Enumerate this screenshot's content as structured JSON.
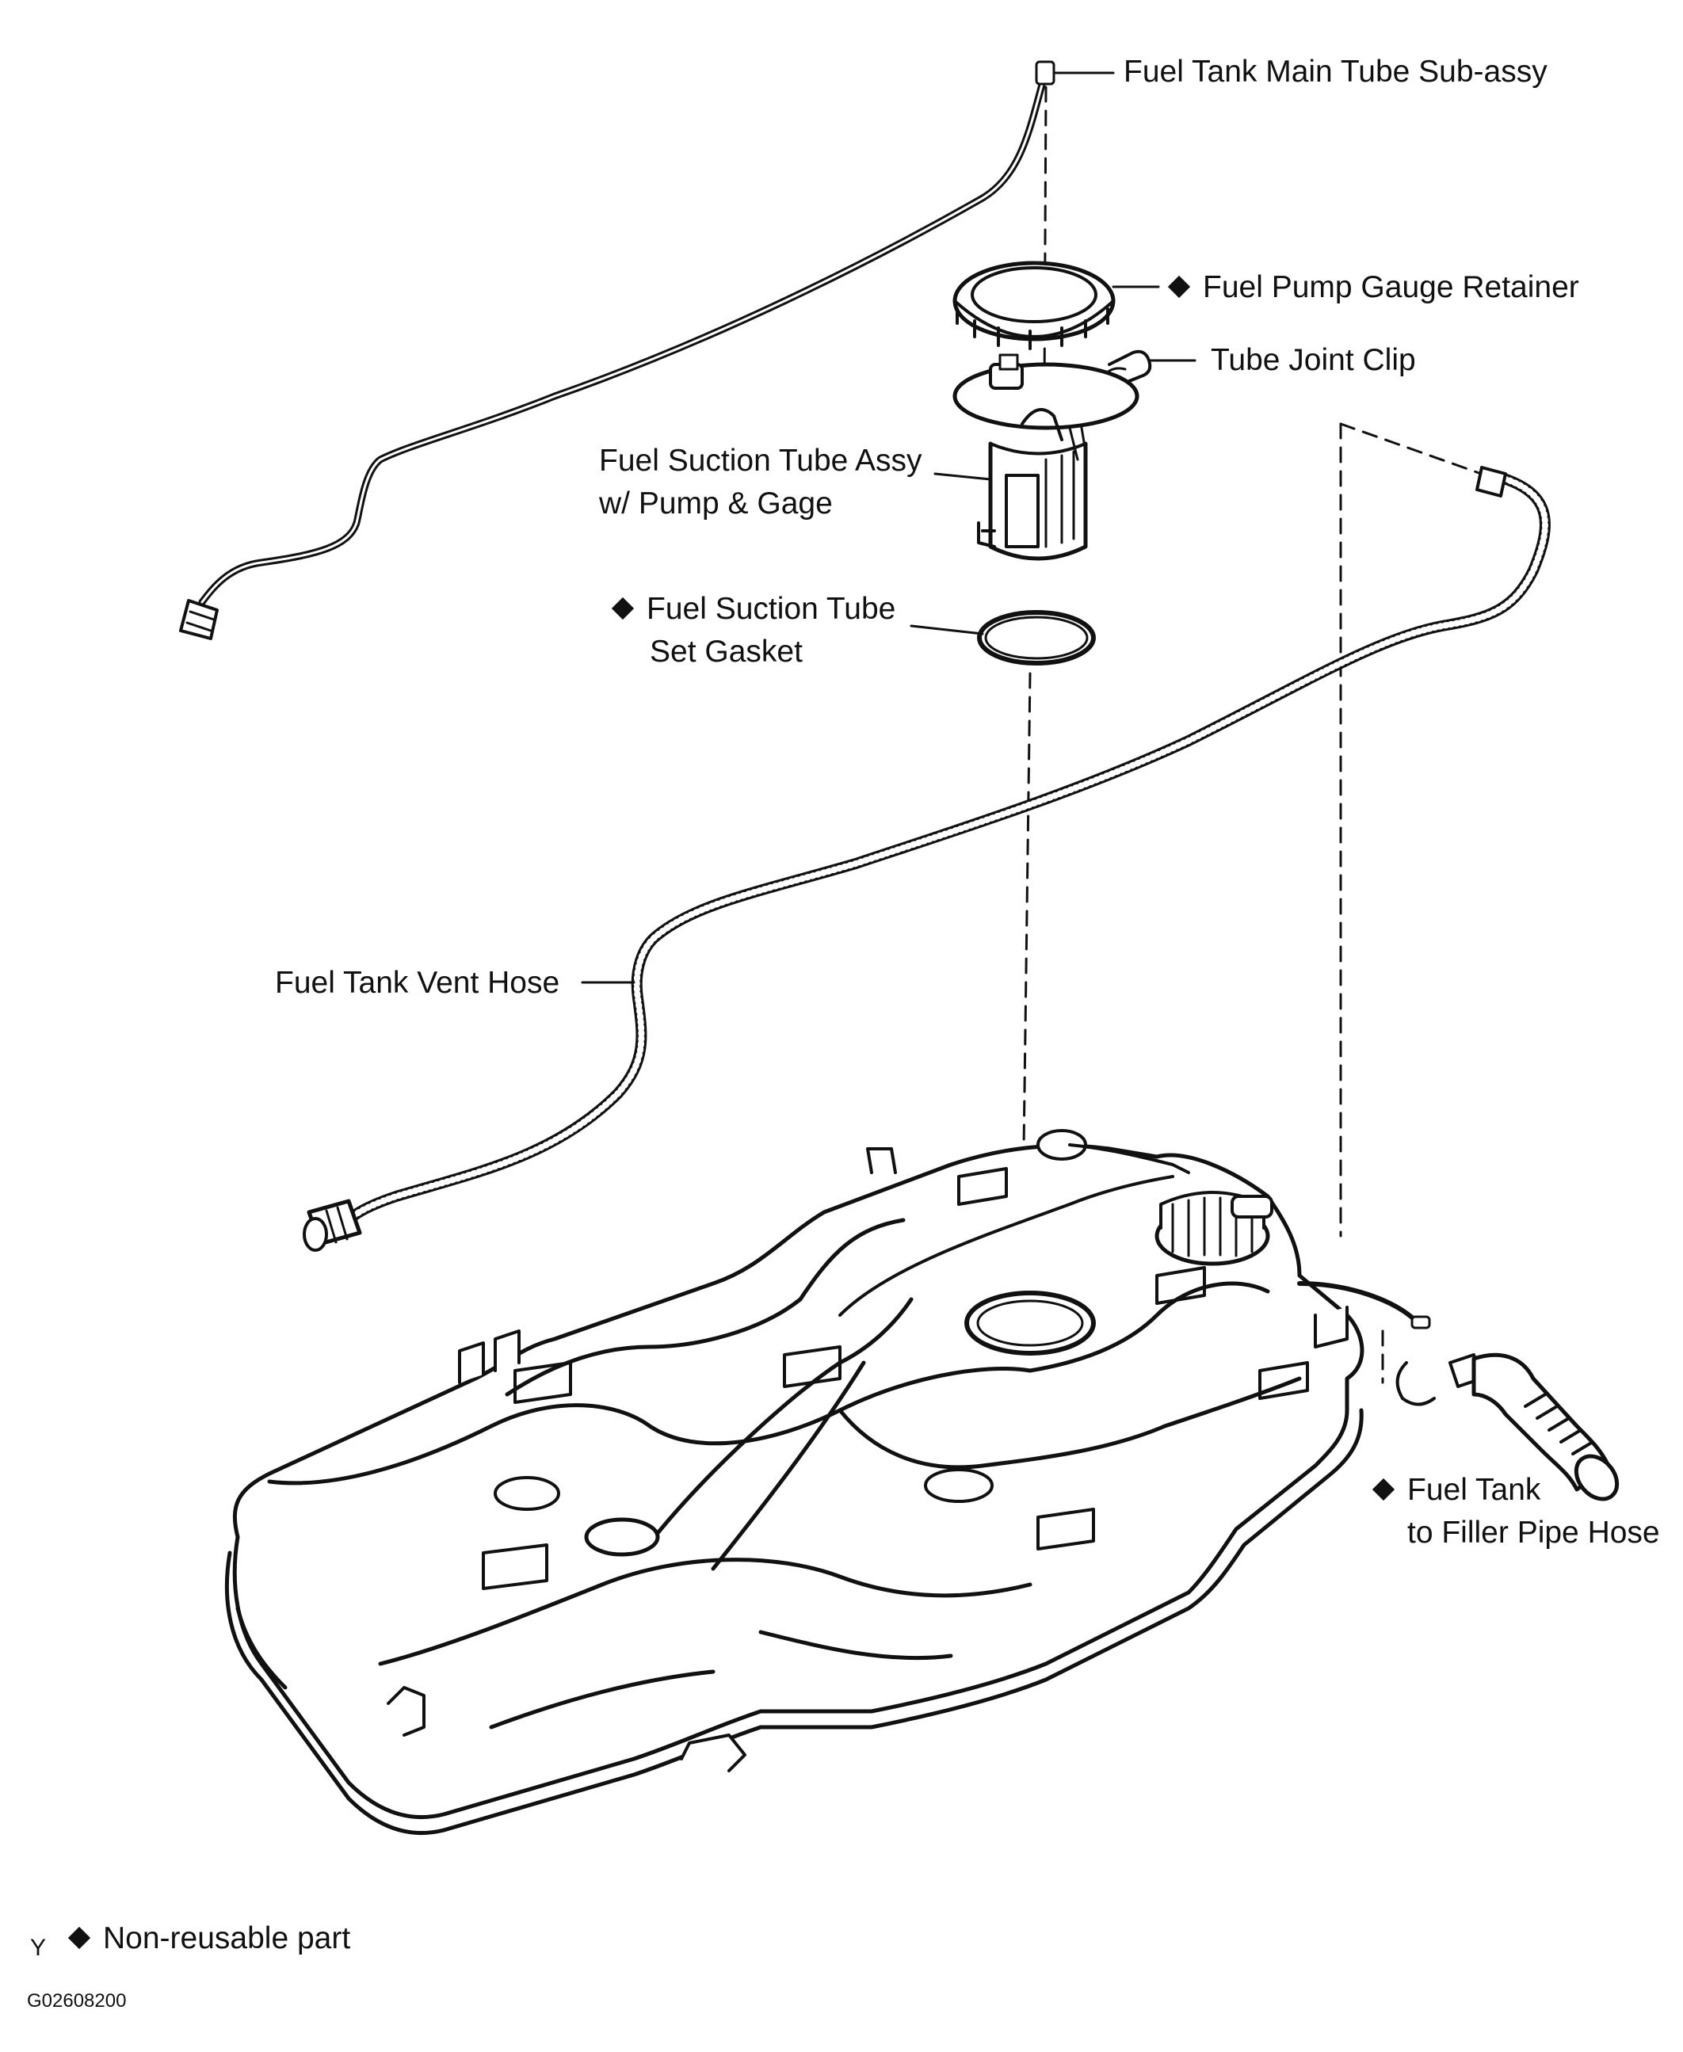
{
  "labels": {
    "main_tube": "Fuel Tank Main Tube Sub-assy",
    "pump_retainer": "Fuel Pump Gauge Retainer",
    "tube_joint_clip": "Tube Joint Clip",
    "suction_tube_assy_line1": "Fuel Suction Tube Assy",
    "suction_tube_assy_line2": "w/ Pump & Gage",
    "suction_gasket_line1": "Fuel Suction Tube",
    "suction_gasket_line2": "Set Gasket",
    "vent_hose": "Fuel Tank Vent Hose",
    "filler_hose_line1": "Fuel Tank",
    "filler_hose_line2": "to Filler Pipe Hose"
  },
  "legend": {
    "marker": "Y",
    "text": "Non-reusable part"
  },
  "figure_code": "G02608200",
  "non_reusable_parts": [
    "pump_retainer",
    "suction_gasket",
    "filler_hose"
  ]
}
